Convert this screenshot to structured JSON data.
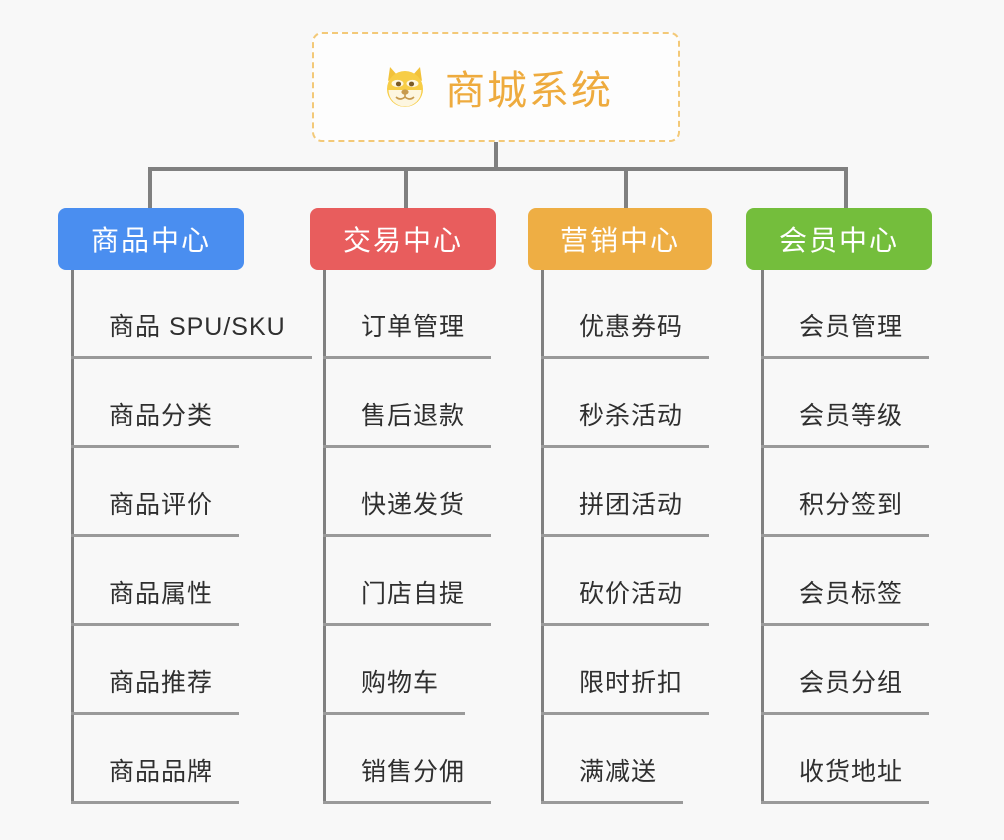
{
  "diagram": {
    "type": "mindmap",
    "background_color": "#f8f8f8",
    "root": {
      "title": "商城系统",
      "icon": "shiba-dog-face",
      "icon_glyph": "🐶",
      "text_color": "#eeab3e",
      "border_color": "#f3c978",
      "background_color": "#fdfdfd"
    },
    "connector_color": "#808080",
    "branches": [
      {
        "label": "商品中心",
        "color": "#4a8ef0",
        "items": [
          "商品 SPU/SKU",
          "商品分类",
          "商品评价",
          "商品属性",
          "商品推荐",
          "商品品牌"
        ]
      },
      {
        "label": "交易中心",
        "color": "#e85d5d",
        "items": [
          "订单管理",
          "售后退款",
          "快递发货",
          "门店自提",
          "购物车",
          "销售分佣"
        ]
      },
      {
        "label": "营销中心",
        "color": "#eeae44",
        "items": [
          "优惠券码",
          "秒杀活动",
          "拼团活动",
          "砍价活动",
          "限时折扣",
          "满减送"
        ]
      },
      {
        "label": "会员中心",
        "color": "#74be3c",
        "items": [
          "会员管理",
          "会员等级",
          "积分签到",
          "会员标签",
          "会员分组",
          "收货地址"
        ]
      }
    ]
  }
}
